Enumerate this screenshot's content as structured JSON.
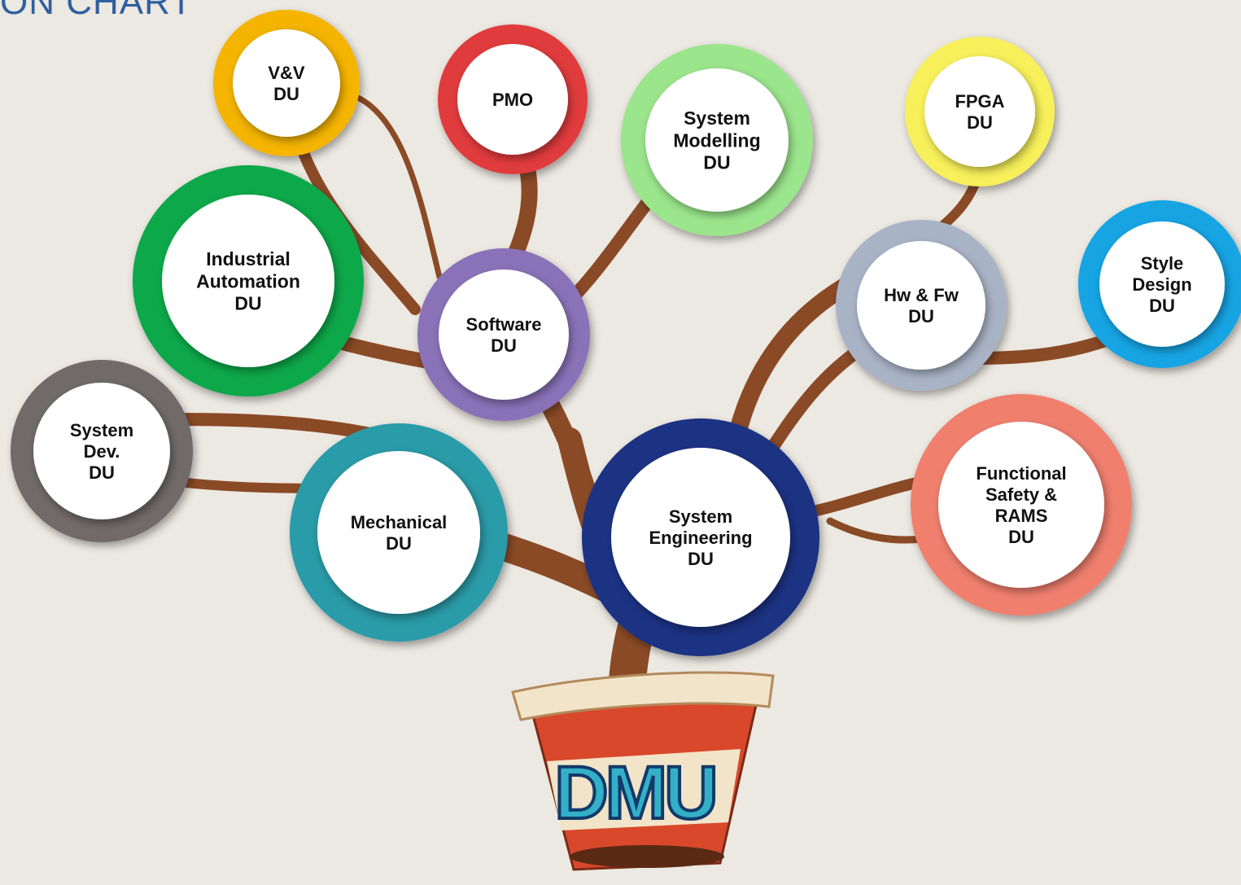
{
  "header": {
    "title": "ON CHART"
  },
  "pot": {
    "label": "DMU"
  },
  "nodes": [
    {
      "id": "vv",
      "lines": [
        "V&V",
        "DU"
      ],
      "color": "#f4b400"
    },
    {
      "id": "pmo",
      "lines": [
        "PMO"
      ],
      "color": "#e03a3e"
    },
    {
      "id": "system-modelling",
      "lines": [
        "System",
        "Modelling",
        "DU"
      ],
      "color": "#9be58c"
    },
    {
      "id": "fpga",
      "lines": [
        "FPGA",
        "DU"
      ],
      "color": "#f7f05a"
    },
    {
      "id": "industrial-automation",
      "lines": [
        "Industrial",
        "Automation",
        "DU"
      ],
      "color": "#10a84a"
    },
    {
      "id": "software",
      "lines": [
        "Software",
        "DU"
      ],
      "color": "#8a72b8"
    },
    {
      "id": "hw-fw",
      "lines": [
        "Hw & Fw",
        "DU"
      ],
      "color": "#a9b3c6"
    },
    {
      "id": "style-design",
      "lines": [
        "Style",
        "Design",
        "DU"
      ],
      "color": "#19a4e3"
    },
    {
      "id": "system-dev",
      "lines": [
        "System",
        "Dev.",
        "DU"
      ],
      "color": "#6f6b69"
    },
    {
      "id": "mechanical",
      "lines": [
        "Mechanical",
        "DU"
      ],
      "color": "#2b9ba8"
    },
    {
      "id": "system-engineering",
      "lines": [
        "System",
        "Engineering",
        "DU"
      ],
      "color": "#1e3383"
    },
    {
      "id": "functional-safety",
      "lines": [
        "Functional",
        "Safety &",
        "RAMS",
        "DU"
      ],
      "color": "#f07f6e"
    }
  ],
  "colors": {
    "branch": "#8a4a26",
    "background": "#ece8e2",
    "pot_red": "#d9482b",
    "pot_cream": "#f2e4c8"
  }
}
